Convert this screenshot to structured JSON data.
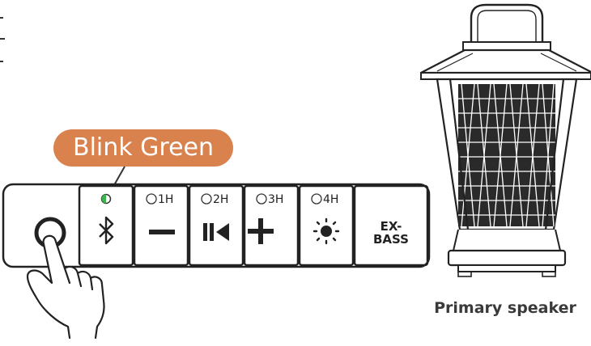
{
  "callout": {
    "text": "Blink Green",
    "bg_color": "#D9824E",
    "text_color": "#ffffff"
  },
  "indicator": {
    "led_color": "#39B54A"
  },
  "buttons": [
    {
      "icon": "power-icon",
      "hold": ""
    },
    {
      "icon": "bluetooth-icon",
      "hold": ""
    },
    {
      "icon": "minus-icon",
      "hold": "1H"
    },
    {
      "icon": "play-pause-prev-icon",
      "hold": "2H"
    },
    {
      "icon": "plus-icon",
      "hold": "3H"
    },
    {
      "icon": "light-icon",
      "hold": "4H"
    },
    {
      "icon": "ex-bass-icon",
      "hold": ""
    }
  ],
  "exbass": {
    "line1": "EX-",
    "line2": "BASS"
  },
  "speaker": {
    "caption": "Primary speaker"
  }
}
